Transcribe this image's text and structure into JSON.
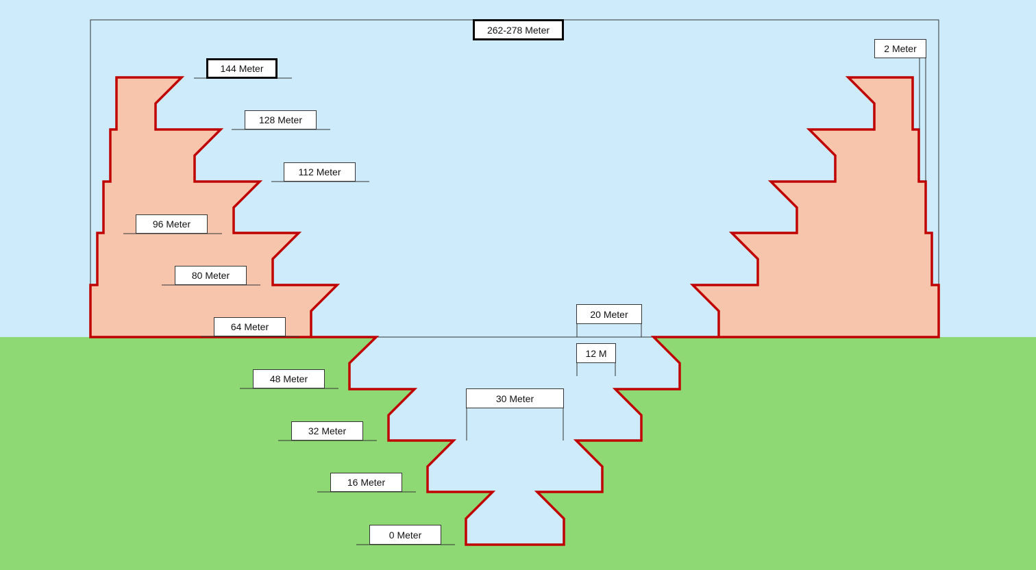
{
  "colors": {
    "sky": "#cdebfa",
    "ground": "#8fd975",
    "wall_fill": "#f6c5ac",
    "outline": "#c00000"
  },
  "labels": {
    "overall_width": "262-278 Meter",
    "wall_top": "2 Meter",
    "level_144": "144 Meter",
    "level_128": "128 Meter",
    "level_112": "112 Meter",
    "level_96": "96 Meter",
    "level_80": "80 Meter",
    "level_64": "64 Meter",
    "level_48": "48 Meter",
    "level_32": "32 Meter",
    "level_16": "16 Meter",
    "level_0": "0 Meter",
    "width_20": "20 Meter",
    "width_12": "12 M",
    "width_30": "30 Meter"
  }
}
